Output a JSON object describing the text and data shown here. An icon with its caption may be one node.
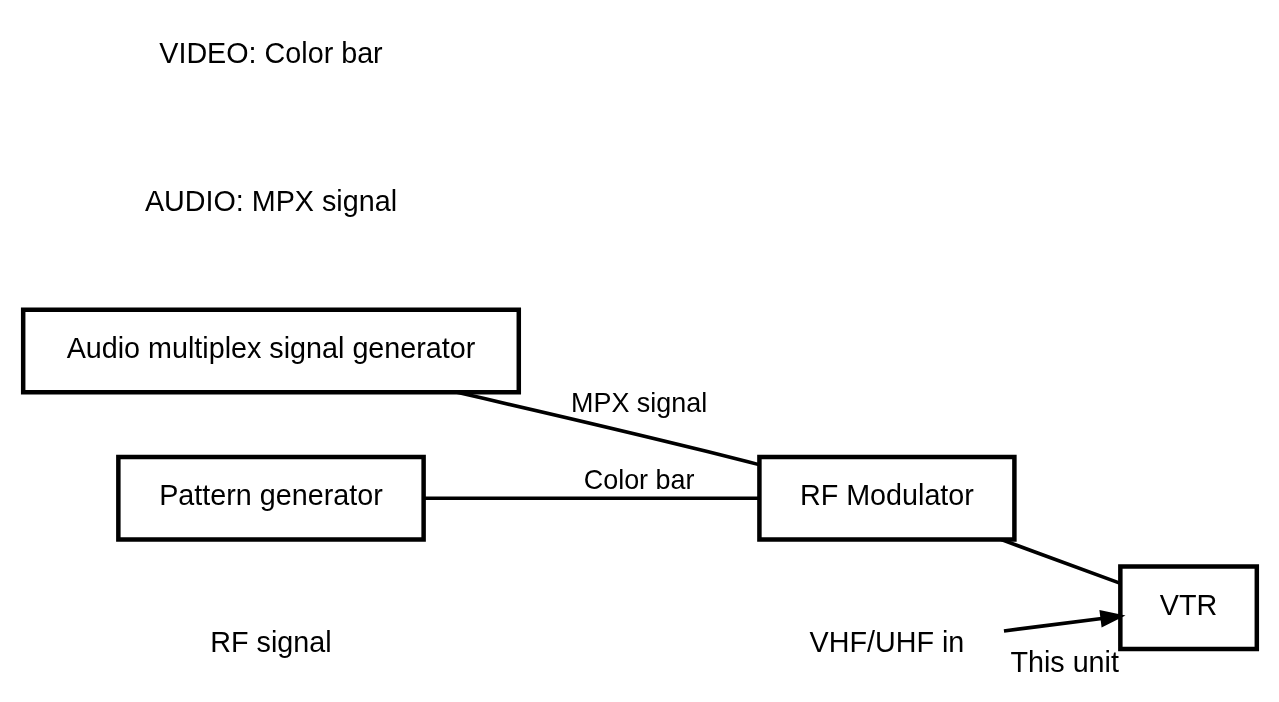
{
  "diagram": {
    "nodes": [
      {
        "text": [
          "Audio multiplex signal generator"
        ]
      },
      {
        "text": [
          "Pattern generator"
        ]
      },
      {
        "text": [
          "RF Modulator"
        ]
      },
      {
        "text": [
          "VTR"
        ],
        "beside": [
          "This unit"
        ]
      },
      {
        "text": [
          "VHF/UHF in"
        ]
      }
    ],
    "edges": [
      {
        "from": 0,
        "to": 2,
        "arrow": "none",
        "label": "MPX signal"
      },
      {
        "from": 1,
        "to": 2,
        "arrow": "none",
        "label": "Color bar"
      },
      {
        "from": 2,
        "to": 3,
        "arrow": "none"
      },
      {
        "from": 4,
        "to": 3,
        "arrow": "to"
      }
    ],
    "labels": [
      "RF signal",
      "VIDEO: Color bar",
      "AUDIO: MPX signal"
    ]
  }
}
